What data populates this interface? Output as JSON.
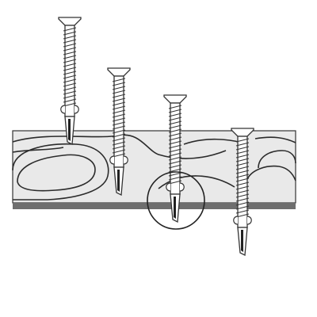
{
  "diagram": {
    "stages": [
      {
        "id": "screw-approach",
        "state": "above-board"
      },
      {
        "id": "screw-drilling",
        "state": "tip-entering-wood"
      },
      {
        "id": "screw-wings-break",
        "state": "wings-at-metal-surface",
        "highlighted": true
      },
      {
        "id": "screw-fastened",
        "state": "through-wood-and-metal"
      }
    ],
    "materials": [
      "wood-board",
      "metal-sheet"
    ],
    "colors": {
      "outline": "#333333",
      "screw_fill": "#ffffff",
      "wood_fill": "#e9e9e9",
      "grain": "#2b2b2b",
      "metal": "#6e6e6e",
      "tip": "#222222",
      "background": "#ffffff"
    }
  }
}
